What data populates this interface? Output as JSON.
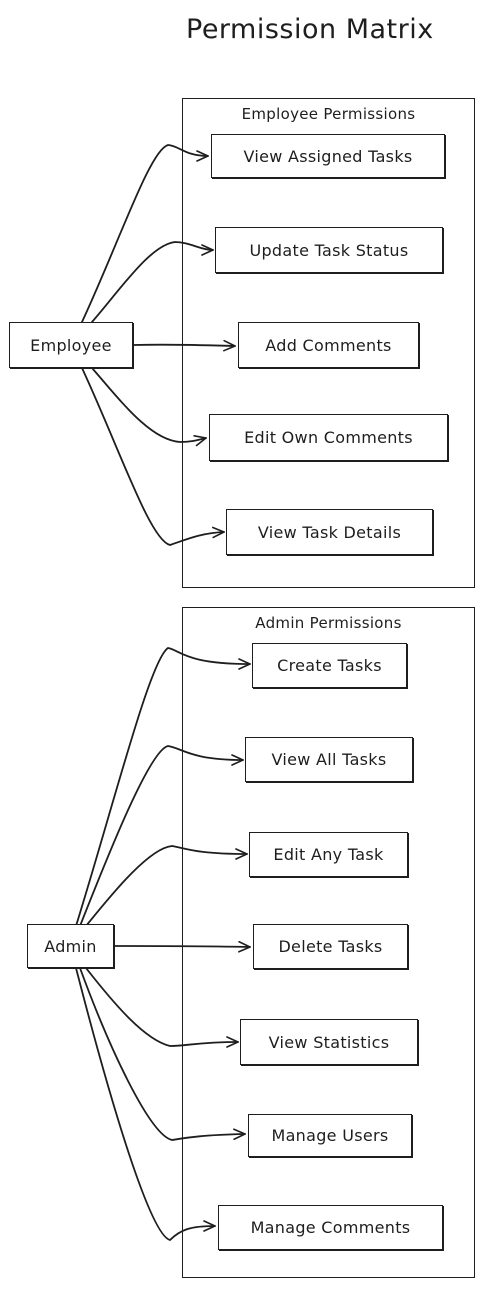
{
  "title": "Permission Matrix",
  "groups": {
    "employee": {
      "label": "Employee Permissions",
      "source": "Employee",
      "items": [
        "View Assigned Tasks",
        "Update Task Status",
        "Add Comments",
        "Edit Own Comments",
        "View Task Details"
      ]
    },
    "admin": {
      "label": "Admin Permissions",
      "source": "Admin",
      "items": [
        "Create Tasks",
        "View All Tasks",
        "Edit Any Task",
        "Delete Tasks",
        "View Statistics",
        "Manage Users",
        "Manage Comments"
      ]
    }
  },
  "colors": {
    "stroke": "#1e1e1e",
    "background": "#ffffff"
  }
}
